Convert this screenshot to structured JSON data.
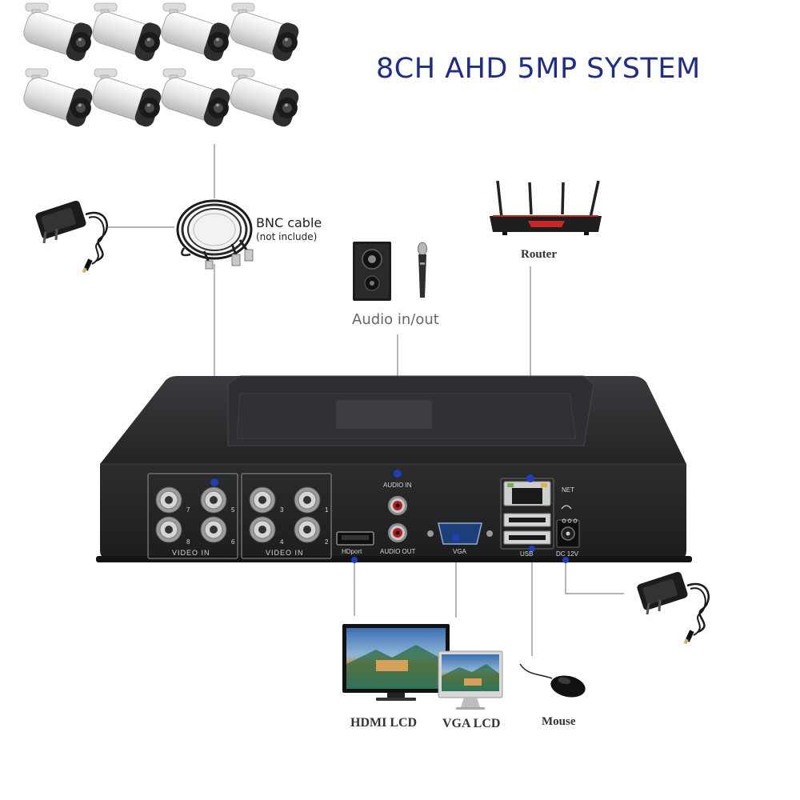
{
  "title": "8CH AHD 5MP SYSTEM",
  "labels": {
    "bnc_cable": "BNC cable",
    "bnc_note": "(not include)",
    "audio": "Audio in/out",
    "router": "Router",
    "hdmi_lcd": "HDMI LCD",
    "vga_lcd": "VGA LCD",
    "mouse": "Mouse"
  },
  "ports": {
    "video_in_left": "VIDEO IN",
    "video_in_right": "VIDEO IN",
    "audio_in": "AUDIO IN",
    "audio_out": "AUDIO OUT",
    "hdport": "HDport",
    "vga": "VGA",
    "net": "NET",
    "usb": "USB",
    "dc": "DC 12V",
    "bnc_numbers": [
      "7",
      "5",
      "3",
      "1",
      "8",
      "6",
      "4",
      "2"
    ]
  },
  "colors": {
    "title": "#1f2c8a",
    "connector_dot": "#1f3fb8",
    "dvr_body": "#2a2b2d",
    "line": "#9a9a9a"
  },
  "camera_count": 8
}
